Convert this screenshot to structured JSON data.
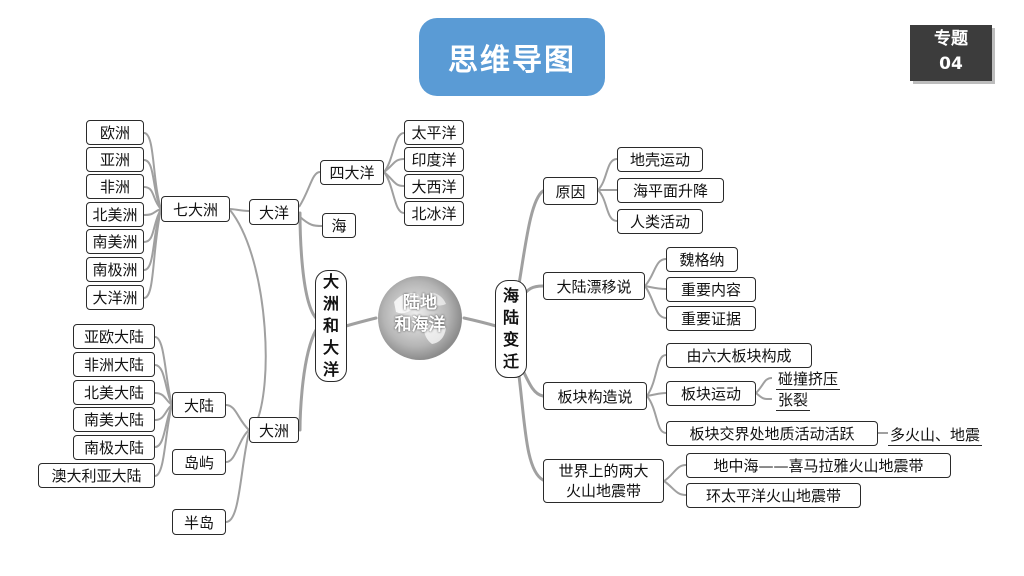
{
  "title": "思维导图",
  "badge": {
    "line1": "专题",
    "line2": "04"
  },
  "center": {
    "line1": "陆地",
    "line2": "和海洋"
  },
  "left": {
    "main": [
      "大",
      "洲",
      "和",
      "大",
      "洋"
    ],
    "ocean": "大洋",
    "four_oceans": "四大洋",
    "oceans": [
      "太平洋",
      "印度洋",
      "大西洋",
      "北冰洋"
    ],
    "sea": "海",
    "continent": "大洲",
    "seven": "七大洲",
    "continents": [
      "欧洲",
      "亚洲",
      "非洲",
      "北美洲",
      "南美洲",
      "南极洲",
      "大洋洲"
    ],
    "land": "大陆",
    "lands": [
      "亚欧大陆",
      "非洲大陆",
      "北美大陆",
      "南美大陆",
      "南极大陆",
      "澳大利亚大陆"
    ],
    "island": "岛屿",
    "peninsula": "半岛"
  },
  "right": {
    "main": [
      "海",
      "陆",
      "变",
      "迁"
    ],
    "cause": "原因",
    "causes": [
      "地壳运动",
      "海平面升降",
      "人类活动"
    ],
    "drift": "大陆漂移说",
    "drift_items": [
      "魏格纳",
      "重要内容",
      "重要证据"
    ],
    "plate": "板块构造说",
    "plate_items": [
      "由六大板块构成",
      "板块运动",
      "板块交界处地质活动活跃"
    ],
    "plate_motion": [
      "碰撞挤压",
      "张裂"
    ],
    "plate_result": "多火山、地震",
    "belts": "世界上的两大火山地震带",
    "belts_line1": "世界上的两大",
    "belts_line2": "火山地震带",
    "belt_items": [
      "地中海——喜马拉雅火山地震带",
      "环太平洋火山地震带"
    ]
  }
}
